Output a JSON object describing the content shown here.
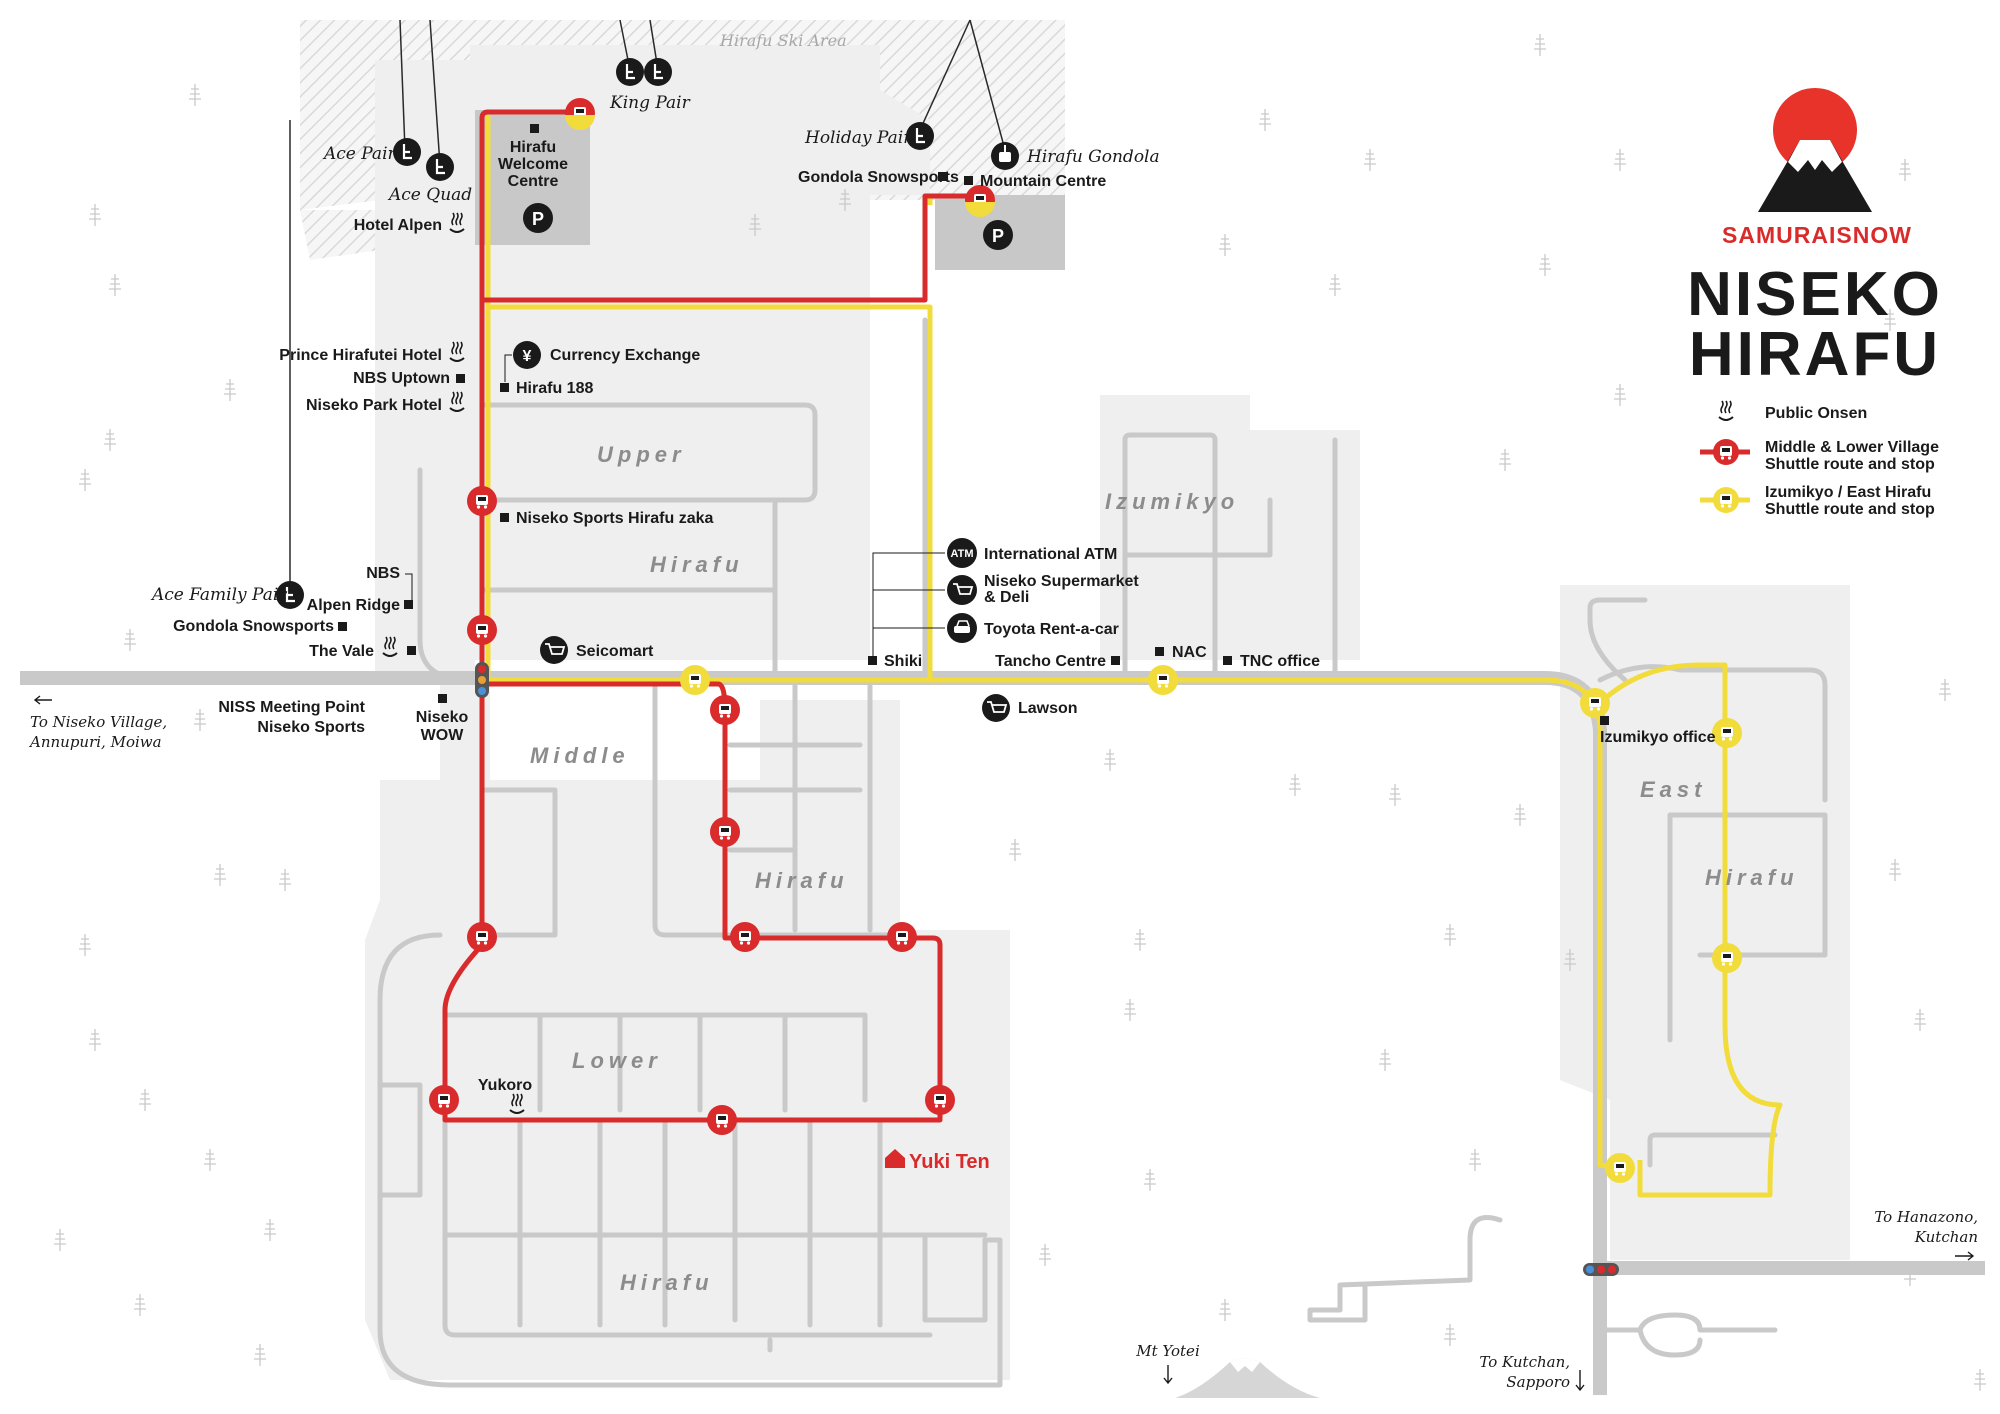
{
  "brand": {
    "name": "SAMURAISNOW",
    "title_line1": "NISEKO",
    "title_line2": "HIRAFU",
    "colors": {
      "red": "#d92b2b",
      "yellow": "#f2dc3c",
      "dark": "#1a1a1a",
      "road": "#c9c9c9",
      "area": "#efefef"
    }
  },
  "legend": {
    "onsen": "Public Onsen",
    "red_route": [
      "Middle & Lower Village",
      "Shuttle route and stop"
    ],
    "yellow_route": [
      "Izumikyo / East Hirafu",
      "Shuttle route and stop"
    ]
  },
  "ski_area": "Hirafu Ski Area",
  "lifts": {
    "ace_pair": "Ace Pair",
    "ace_quad": "Ace Quad",
    "king_pair": "King Pair",
    "holiday_pair": "Holiday Pair",
    "hirafu_gondola": "Hirafu Gondola",
    "ace_family_pair": "Ace Family Pair"
  },
  "places": {
    "welcome_centre": [
      "Hirafu",
      "Welcome",
      "Centre"
    ],
    "hotel_alpen": "Hotel Alpen",
    "gondola_snowsports_top": "Gondola Snowsports",
    "mountain_centre": "Mountain Centre",
    "prince_hirafutei": "Prince Hirafutei Hotel",
    "nbs_uptown": "NBS Uptown",
    "niseko_park_hotel": "Niseko Park Hotel",
    "currency_exchange": "Currency Exchange",
    "hirafu_188": "Hirafu 188",
    "niseko_sports_hirafu_zaka": "Niseko Sports Hirafu zaka",
    "international_atm": "International ATM",
    "niseko_supermarket": [
      "Niseko Supermarket",
      "& Deli"
    ],
    "toyota_rent": "Toyota Rent-a-car",
    "nbs": "NBS",
    "alpen_ridge": "Alpen Ridge",
    "gondola_snowsports": "Gondola Snowsports",
    "the_vale": "The Vale",
    "seicomart": "Seicomart",
    "shiki": "Shiki",
    "tancho_centre": "Tancho Centre",
    "nac": "NAC",
    "tnc_office": "TNC office",
    "niss_meeting_point": [
      "NISS Meeting Point",
      "Niseko Sports"
    ],
    "niseko_wow": [
      "Niseko",
      "WOW"
    ],
    "lawson": "Lawson",
    "izumikyo_office": "Izumikyo office",
    "yukoro": "Yukoro",
    "yuki_ten": "Yuki Ten"
  },
  "districts": {
    "upper": "Upper",
    "hirafu": "Hirafu",
    "izumikyo": "Izumikyo",
    "middle": "Middle",
    "east": "East",
    "lower": "Lower"
  },
  "icons": {
    "atm": "ATM",
    "yen": "¥",
    "parking": "P"
  },
  "directions": {
    "niseko_village": [
      "To Niseko Village,",
      "Annupuri, Moiwa"
    ],
    "hanazono": [
      "To Hanazono,",
      "Kutchan"
    ],
    "mt_yotei": "Mt Yotei",
    "kutchan_sapporo": [
      "To Kutchan,",
      "Sapporo"
    ]
  }
}
